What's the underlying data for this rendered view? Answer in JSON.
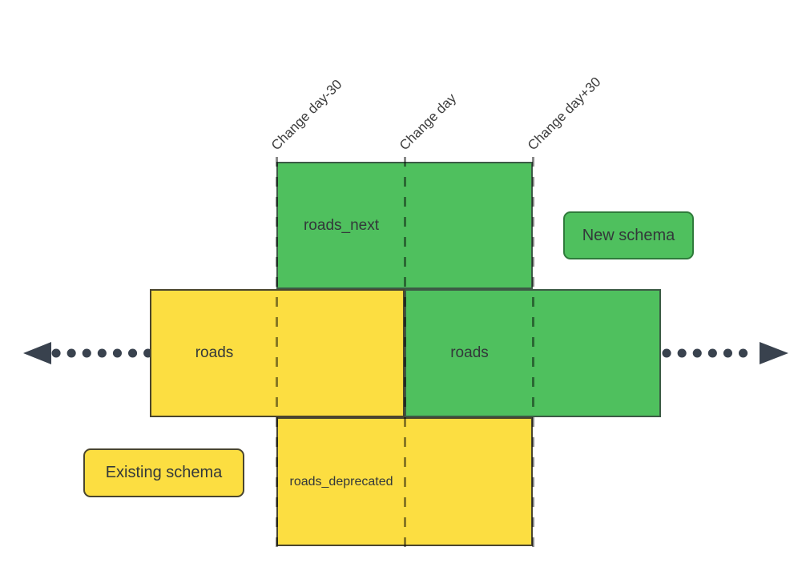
{
  "diagram": {
    "timeline": {
      "labels": [
        {
          "id": "change-day-minus-30",
          "label": "Change day-30"
        },
        {
          "id": "change-day",
          "label": "Change day"
        },
        {
          "id": "change-day-plus-30",
          "label": "Change day+30"
        }
      ]
    },
    "boxes": [
      {
        "id": "roads-next",
        "label": "roads_next",
        "schema": "new"
      },
      {
        "id": "roads-existing",
        "label": "roads",
        "schema": "existing"
      },
      {
        "id": "roads-new",
        "label": "roads",
        "schema": "new"
      },
      {
        "id": "roads-deprecated",
        "label": "roads_deprecated",
        "schema": "existing"
      }
    ],
    "legend": [
      {
        "id": "new-schema",
        "label": "New schema",
        "schema": "new"
      },
      {
        "id": "existing-schema",
        "label": "Existing schema",
        "schema": "existing"
      }
    ],
    "colors": {
      "new_schema_fill": "#4FC05E",
      "existing_schema_fill": "#FCDE41",
      "dashed_guide": "rgba(0,0,0,0.46)",
      "arrow": "#39424E",
      "text": "#33383A"
    }
  }
}
